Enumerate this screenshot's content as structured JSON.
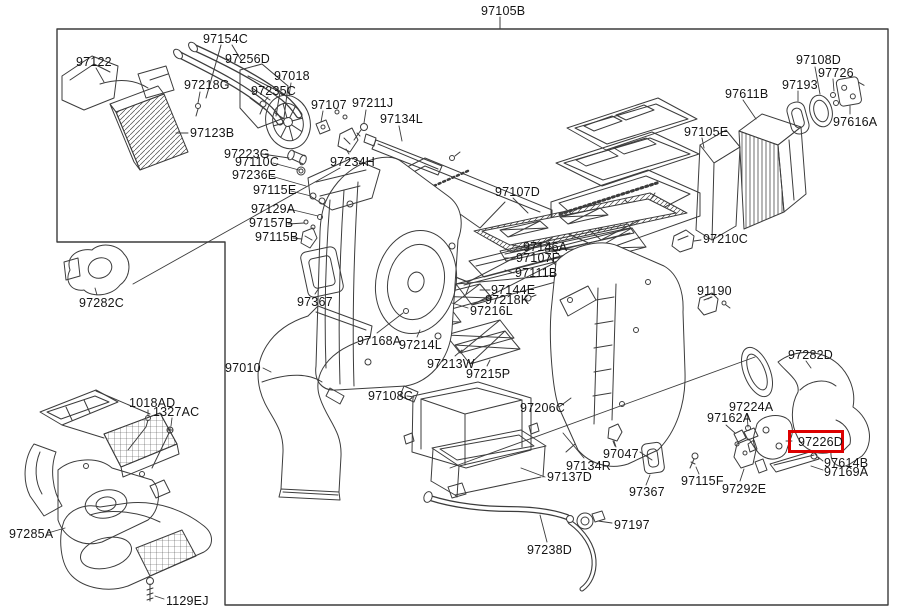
{
  "assembly_code": "97105B",
  "highlighted_part_code": "97226D",
  "colors": {
    "line": "#3c3c3c",
    "label_text": "#141414",
    "highlight_box": "#dd0000",
    "background": "#ffffff"
  },
  "parts": {
    "p97105B": "97105B",
    "p97122": "97122",
    "p97154C": "97154C",
    "p97256D": "97256D",
    "p97218G": "97218G",
    "p97018": "97018",
    "p97235C": "97235C",
    "p97123B": "97123B",
    "p97107": "97107",
    "p97211J": "97211J",
    "p97134L": "97134L",
    "p97223G": "97223G",
    "p97110C": "97110C",
    "p97236E": "97236E",
    "p97234H": "97234H",
    "p97115E": "97115E",
    "p97129A": "97129A",
    "p97157B": "97157B",
    "p97115B": "97115B",
    "p97108D": "97108D",
    "p97726": "97726",
    "p97193": "97193",
    "p97611B": "97611B",
    "p97616A": "97616A",
    "p97105E": "97105E",
    "p97107D": "97107D",
    "p97146A": "97146A",
    "p97107F": "97107F",
    "p97111B": "97111B",
    "p97144E": "97144E",
    "p97218K": "97218K",
    "p97216L": "97216L",
    "p97210C": "97210C",
    "p91190": "91190",
    "p97367a": "97367",
    "p97168A": "97168A",
    "p97214L": "97214L",
    "p97213W": "97213W",
    "p97215P": "97215P",
    "p97282C": "97282C",
    "p97010": "97010",
    "p97108C": "97108C",
    "p97206C": "97206C",
    "p97282D": "97282D",
    "p97224A": "97224A",
    "p97162A": "97162A",
    "p97226D": "97226D",
    "p97614B": "97614B",
    "p97169A": "97169A",
    "p97115F": "97115F",
    "p97292E": "97292E",
    "p97134R": "97134R",
    "p97137D": "97137D",
    "p97047": "97047",
    "p97367b": "97367",
    "p97197": "97197",
    "p97238D": "97238D",
    "p1018AD": "1018AD",
    "p1327AC": "1327AC",
    "p97285A": "97285A",
    "p1129EJ": "1129EJ"
  }
}
